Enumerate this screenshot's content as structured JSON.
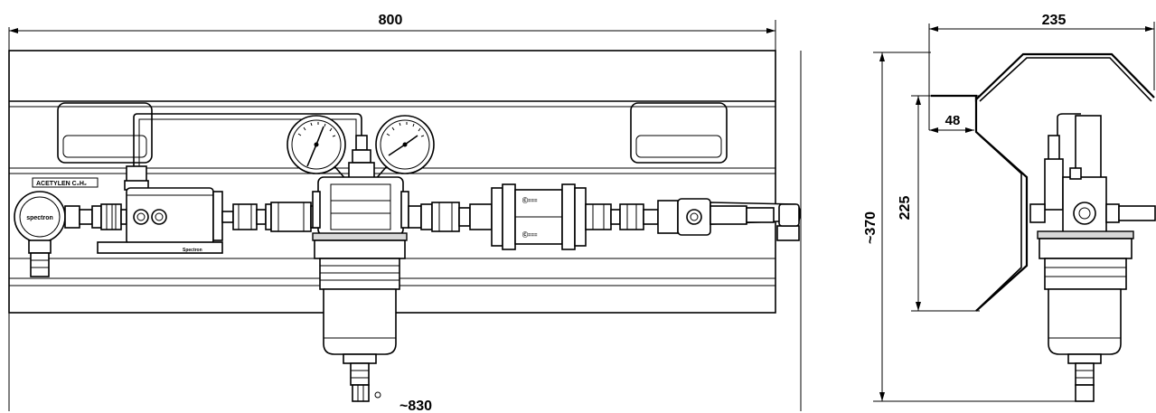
{
  "dimensions": {
    "front_width": "800",
    "front_overall": "~830",
    "side_depth": "235",
    "side_height_total": "~370",
    "side_height_bracket": "225",
    "side_offset": "48"
  },
  "labels": {
    "gas_tag": "ACETYLEN  C₂H₂",
    "brand": "spectron",
    "valve_mark_1": "Ⓒ===",
    "valve_mark_2": "Ⓒ===",
    "small_mark": "Spectron"
  },
  "colors": {
    "line": "#000000",
    "background": "#ffffff",
    "shade": "#d8d8d8"
  }
}
